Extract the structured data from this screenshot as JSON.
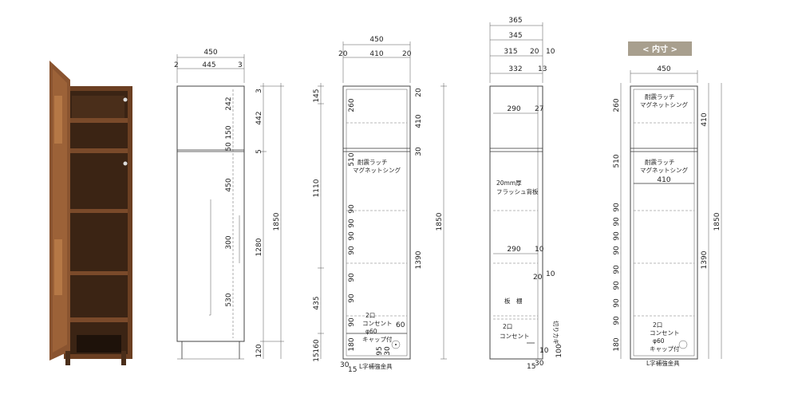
{
  "badge": "< 内寸 >",
  "notes": {
    "latch": "耐震ラッチ",
    "magnet": "マグネットシング",
    "back_panel_1": "20mm厚",
    "back_panel_2": "フラッシュ背板",
    "outlet_1": "2口",
    "outlet_2": "コンセント",
    "cap_1": "φ60",
    "cap_2": "キャップ付",
    "bracket": "L字補強金具",
    "shelf": "板　棚",
    "notch": "切りカギ"
  },
  "front": {
    "top": [
      "450",
      "2",
      "445",
      "3"
    ],
    "right_inner": [
      "242",
      "150",
      "50",
      "450",
      "300",
      "530"
    ],
    "right_outer": [
      "3",
      "442",
      "5",
      "1280",
      "120"
    ],
    "total": "1850"
  },
  "section": {
    "top": [
      "450",
      "20",
      "410",
      "20"
    ],
    "left_outer": [
      "145",
      "1110",
      "435",
      "160",
      "15"
    ],
    "left_inner": [
      "260",
      "510",
      "90",
      "90",
      "90",
      "90",
      "90",
      "90",
      "90",
      "180"
    ],
    "right_inner": [
      "20",
      "410",
      "30",
      "1390"
    ],
    "total": "1850",
    "bottom": [
      "30",
      "15",
      "60",
      "95",
      "30"
    ]
  },
  "side": {
    "top": [
      "365",
      "345",
      "315",
      "20",
      "10",
      "332",
      "13"
    ],
    "inner": [
      "290",
      "27",
      "290",
      "10",
      "20",
      "10"
    ],
    "right": [
      "100"
    ],
    "bottom": [
      "15",
      "30",
      "10"
    ]
  },
  "inner": {
    "top": [
      "450"
    ],
    "left": [
      "260",
      "510",
      "90",
      "90",
      "90",
      "90",
      "90",
      "90",
      "90",
      "90",
      "180"
    ],
    "mid": [
      "410"
    ],
    "right": [
      "410",
      "1850",
      "1390"
    ]
  }
}
